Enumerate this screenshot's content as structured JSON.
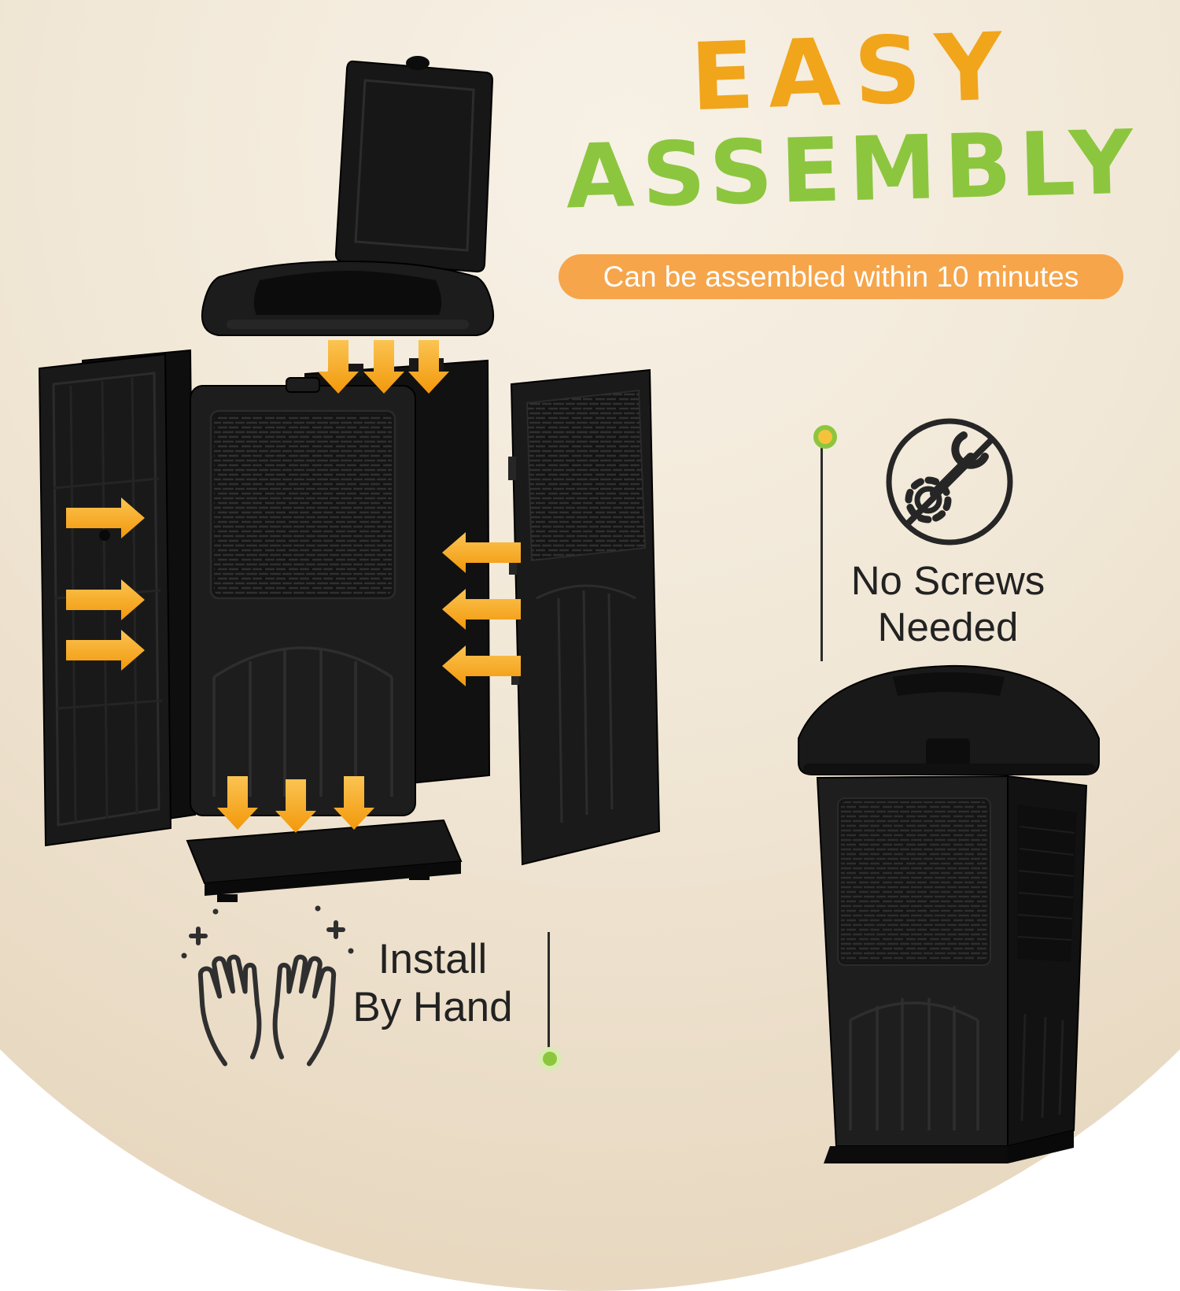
{
  "title": {
    "word1": "EASY",
    "word2": "ASSEMBLY"
  },
  "banner": {
    "text": "Can be assembled within 10 minutes"
  },
  "callouts": {
    "no_screws": {
      "line1": "No Screws",
      "line2": "Needed"
    },
    "install_by_hand": {
      "line1": "Install",
      "line2": "By Hand"
    }
  },
  "illustrations": {
    "exploded_view": "exploded view of black outdoor trash bin parts: open lid, lid frame, two left panels, front panel, back panel, right panel, base, with orange assembly arrows",
    "assembled_bin": "fully assembled black wicker-texture outdoor trash bin with lid"
  },
  "icons": {
    "no_tools": "no-screws-icon (gear and wrench in prohibition circle)",
    "hands": "install-by-hand-icon (two open hands with sparkles)",
    "arrows": "orange assembly direction arrows"
  },
  "colors": {
    "title_orange": "#F1A51B",
    "title_green": "#8CC63F",
    "banner_bg": "#F6A54A",
    "banner_text": "#FFFFFF",
    "arrow_orange_light": "#FBC452",
    "arrow_orange_dark": "#F2980B",
    "product_black": "#1B1B1B",
    "text_dark": "#222222",
    "bg_beige": "#EADCC6",
    "accent_green": "#8CC63F",
    "accent_yellow": "#F5C33B"
  }
}
